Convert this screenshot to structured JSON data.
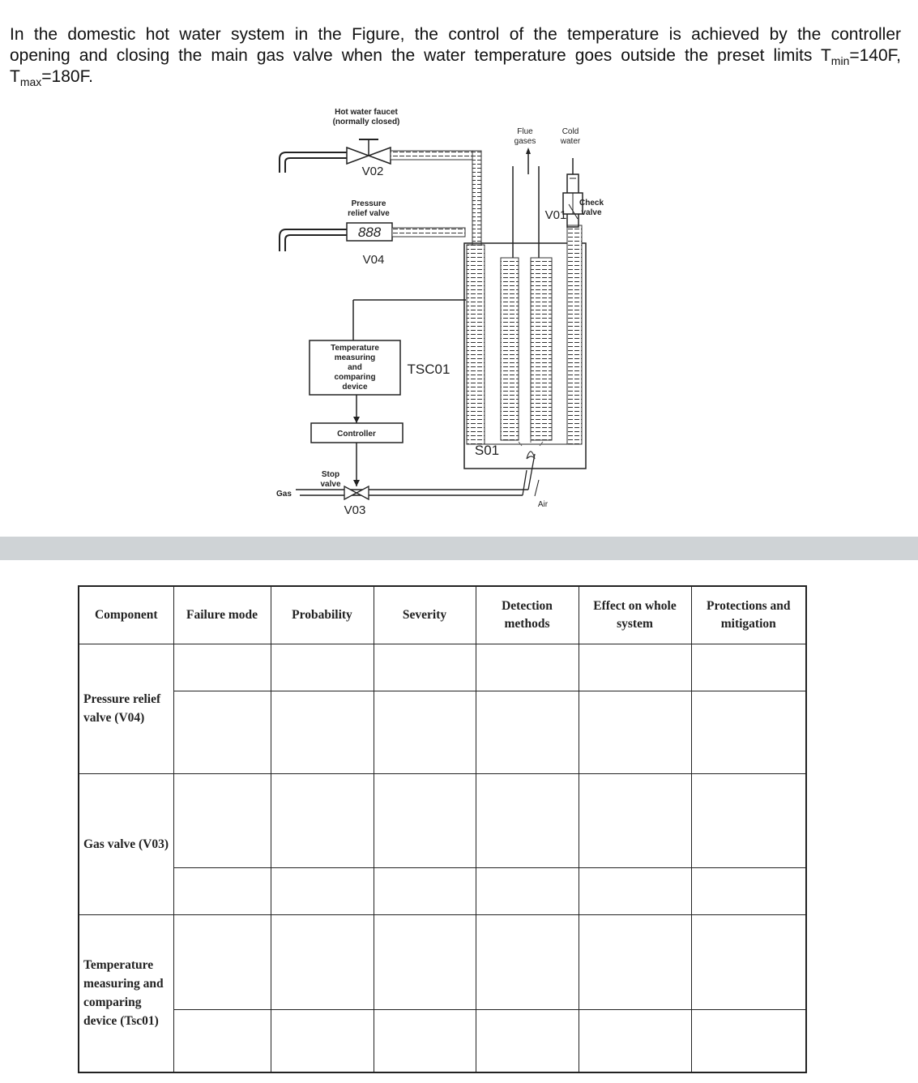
{
  "problem": {
    "line1": "In the domestic hot water system in the Figure, the control of the temperature is achieved by the controller",
    "line2_a": "opening and closing the main gas valve when the water temperature goes outside the preset limits T",
    "line2_sub": "min",
    "line2_b": "=140F,",
    "line3_a": "T",
    "line3_sub": "max",
    "line3_b": "=180F."
  },
  "figure": {
    "labels": {
      "hot_water_faucet_1": "Hot water faucet",
      "hot_water_faucet_2": "(normally closed)",
      "flue_1": "Flue",
      "flue_2": "gases",
      "cold_1": "Cold",
      "cold_2": "water",
      "v02": "V02",
      "pressure_relief_1": "Pressure",
      "pressure_relief_2": "relief valve",
      "check_1": "Check",
      "check_2": "valve",
      "v01": "V01",
      "v04": "V04",
      "tmcd_1": "Temperature",
      "tmcd_2": "measuring",
      "tmcd_3": "and",
      "tmcd_4": "comparing",
      "tmcd_5": "device",
      "tsc01": "TSC01",
      "controller": "Controller",
      "s01": "S01",
      "stop_1": "Stop",
      "stop_2": "valve",
      "gas": "Gas",
      "v03": "V03",
      "air": "Air",
      "gauge": "888"
    }
  },
  "table": {
    "headers": {
      "component": "Component",
      "failure_mode": "Failure mode",
      "probability": "Probability",
      "severity": "Severity",
      "detection_1": "Detection",
      "detection_2": "methods",
      "effect_1": "Effect on whole",
      "effect_2": "system",
      "protections_1": "Protections and",
      "protections_2": "mitigation"
    },
    "components": {
      "c1_line1": "Pressure relief",
      "c1_line2": "valve (V04)",
      "c2_line1": "Gas valve (V03)",
      "c3_line1": "Temperature",
      "c3_line2": "measuring and",
      "c3_line3": "comparing",
      "c3_line4": "device (Tsc01)"
    }
  }
}
